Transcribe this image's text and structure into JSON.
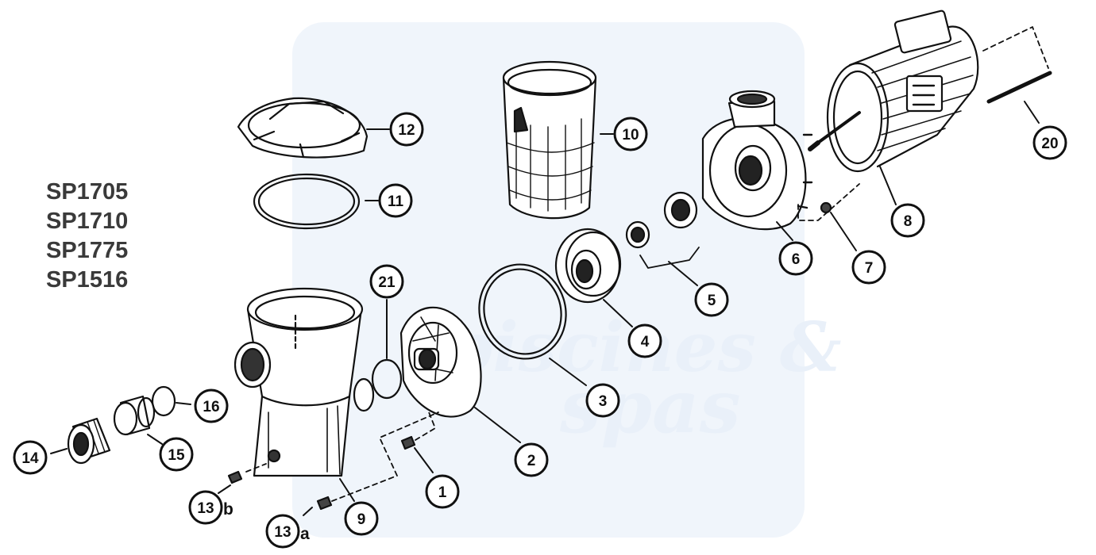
{
  "models": [
    "SP1705",
    "SP1710",
    "SP1775",
    "SP1516"
  ],
  "watermark": {
    "line1": "piscines &",
    "line2": "spas"
  },
  "callouts": [
    {
      "id": "1",
      "label": "1",
      "suffix": ""
    },
    {
      "id": "2",
      "label": "2",
      "suffix": ""
    },
    {
      "id": "3",
      "label": "3",
      "suffix": ""
    },
    {
      "id": "4",
      "label": "4",
      "suffix": ""
    },
    {
      "id": "5",
      "label": "5",
      "suffix": ""
    },
    {
      "id": "6",
      "label": "6",
      "suffix": ""
    },
    {
      "id": "7",
      "label": "7",
      "suffix": ""
    },
    {
      "id": "8",
      "label": "8",
      "suffix": ""
    },
    {
      "id": "9",
      "label": "9",
      "suffix": ""
    },
    {
      "id": "10",
      "label": "10",
      "suffix": ""
    },
    {
      "id": "11",
      "label": "11",
      "suffix": ""
    },
    {
      "id": "12",
      "label": "12",
      "suffix": ""
    },
    {
      "id": "13a",
      "label": "13",
      "suffix": "a"
    },
    {
      "id": "13b",
      "label": "13",
      "suffix": "b"
    },
    {
      "id": "14",
      "label": "14",
      "suffix": ""
    },
    {
      "id": "15",
      "label": "15",
      "suffix": ""
    },
    {
      "id": "16",
      "label": "16",
      "suffix": ""
    },
    {
      "id": "20",
      "label": "20",
      "suffix": ""
    },
    {
      "id": "21",
      "label": "21",
      "suffix": ""
    }
  ],
  "colors": {
    "ink": "#111111",
    "model_text": "#3a3a3a",
    "watermark": "#e4ecf6"
  }
}
